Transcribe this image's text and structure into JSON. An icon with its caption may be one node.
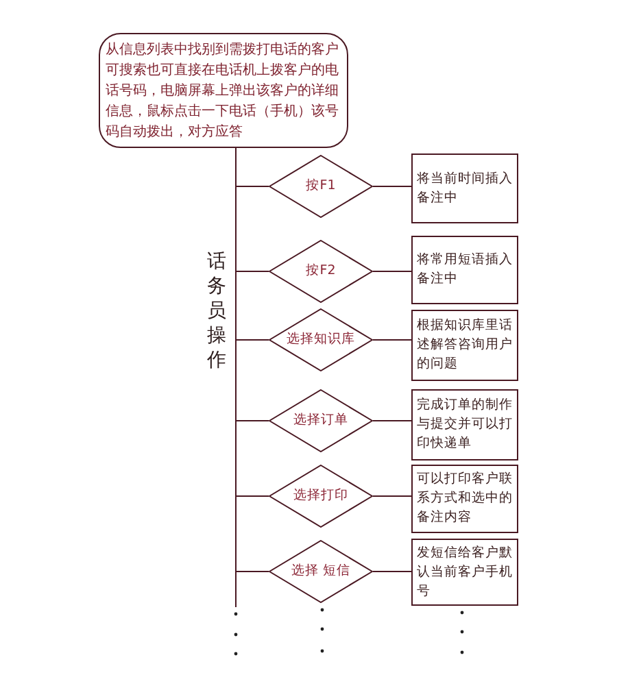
{
  "diagram": {
    "nodes": [
      {
        "text": [
          "从信息列表中找别到需拨打电话的客户可搜索也可直接在电话机上拨客户的电话号码，电脑屏幕上弹出该客户的详细信息，鼠标点击一下电话（手机）该号码自动拨出，对方应答"
        ]
      },
      {
        "text": [
          "按F1"
        ]
      },
      {
        "text": [
          "将当前时间插入备注中"
        ]
      },
      {
        "text": [
          "按F2"
        ]
      },
      {
        "text": [
          "将常用短语插入备注中"
        ]
      },
      {
        "text": [
          "选择知识库"
        ]
      },
      {
        "text": [
          "根据知识库里话述解答咨询用户的问题"
        ]
      },
      {
        "text": [
          "选择订单"
        ]
      },
      {
        "text": [
          "完成订单的制作与提交并可以打印快递单"
        ]
      },
      {
        "text": [
          "选择打印"
        ]
      },
      {
        "text": [
          "可以打印客户联系方式和选中的备注内容"
        ]
      },
      {
        "text": [
          "选择 短信"
        ]
      },
      {
        "text": [
          "发短信给客户默认当前客户手机号"
        ]
      }
    ],
    "edges": [
      {
        "from": 0,
        "to": 1,
        "arrow": "none"
      },
      {
        "from": 0,
        "to": 3,
        "arrow": "none"
      },
      {
        "from": 0,
        "to": 5,
        "arrow": "none"
      },
      {
        "from": 0,
        "to": 7,
        "arrow": "none"
      },
      {
        "from": 0,
        "to": 9,
        "arrow": "none"
      },
      {
        "from": 0,
        "to": 11,
        "arrow": "none"
      },
      {
        "from": 1,
        "to": 2,
        "arrow": "none"
      },
      {
        "from": 3,
        "to": 4,
        "arrow": "none"
      },
      {
        "from": 5,
        "to": 6,
        "arrow": "none"
      },
      {
        "from": 7,
        "to": 8,
        "arrow": "none"
      },
      {
        "from": 9,
        "to": 10,
        "arrow": "none"
      },
      {
        "from": 11,
        "to": 12,
        "arrow": "none"
      }
    ],
    "labels": [
      "话务员操作"
    ]
  }
}
